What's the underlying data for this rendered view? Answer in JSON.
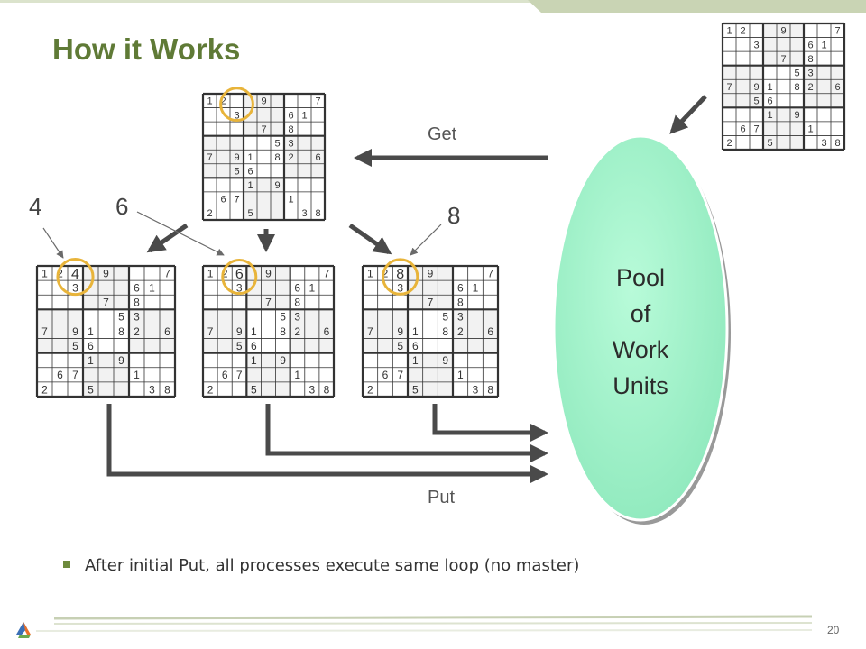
{
  "slide": {
    "title": "How it Works",
    "bullet": "After initial Put, all processes execute same loop (no master)",
    "page_number": "20"
  },
  "diagram": {
    "pool_lines": [
      "Pool",
      "of",
      "Work",
      "Units"
    ],
    "get_label": "Get",
    "put_label": "Put",
    "candidate_labels": [
      "4",
      "6",
      "8"
    ],
    "puzzle_rows": [
      [
        "1",
        "2",
        "",
        "",
        "9",
        "",
        "",
        "",
        "7"
      ],
      [
        "",
        "",
        "3",
        "",
        "",
        "",
        "6",
        "1",
        ""
      ],
      [
        "",
        "",
        "",
        "",
        "7",
        "",
        "8",
        "",
        ""
      ],
      [
        "",
        "",
        "",
        "",
        "",
        "5",
        "3",
        "",
        ""
      ],
      [
        "7",
        "",
        "9",
        "1",
        "",
        "8",
        "2",
        "",
        "6"
      ],
      [
        "",
        "",
        "5",
        "6",
        "",
        "",
        "",
        "",
        ""
      ],
      [
        "",
        "",
        "",
        "1",
        "",
        "9",
        "",
        "",
        ""
      ],
      [
        "",
        "6",
        "7",
        "",
        "",
        "",
        "1",
        "",
        ""
      ],
      [
        "2",
        "",
        "",
        "5",
        "",
        "",
        "",
        "3",
        "8"
      ]
    ],
    "filled_digits": [
      "4",
      "6",
      "8"
    ],
    "colors": {
      "title": "#5f7a36",
      "pool_fill": "#a8f5cf",
      "ring": "#e8b43a",
      "arrow": "#4a4a4a"
    }
  }
}
